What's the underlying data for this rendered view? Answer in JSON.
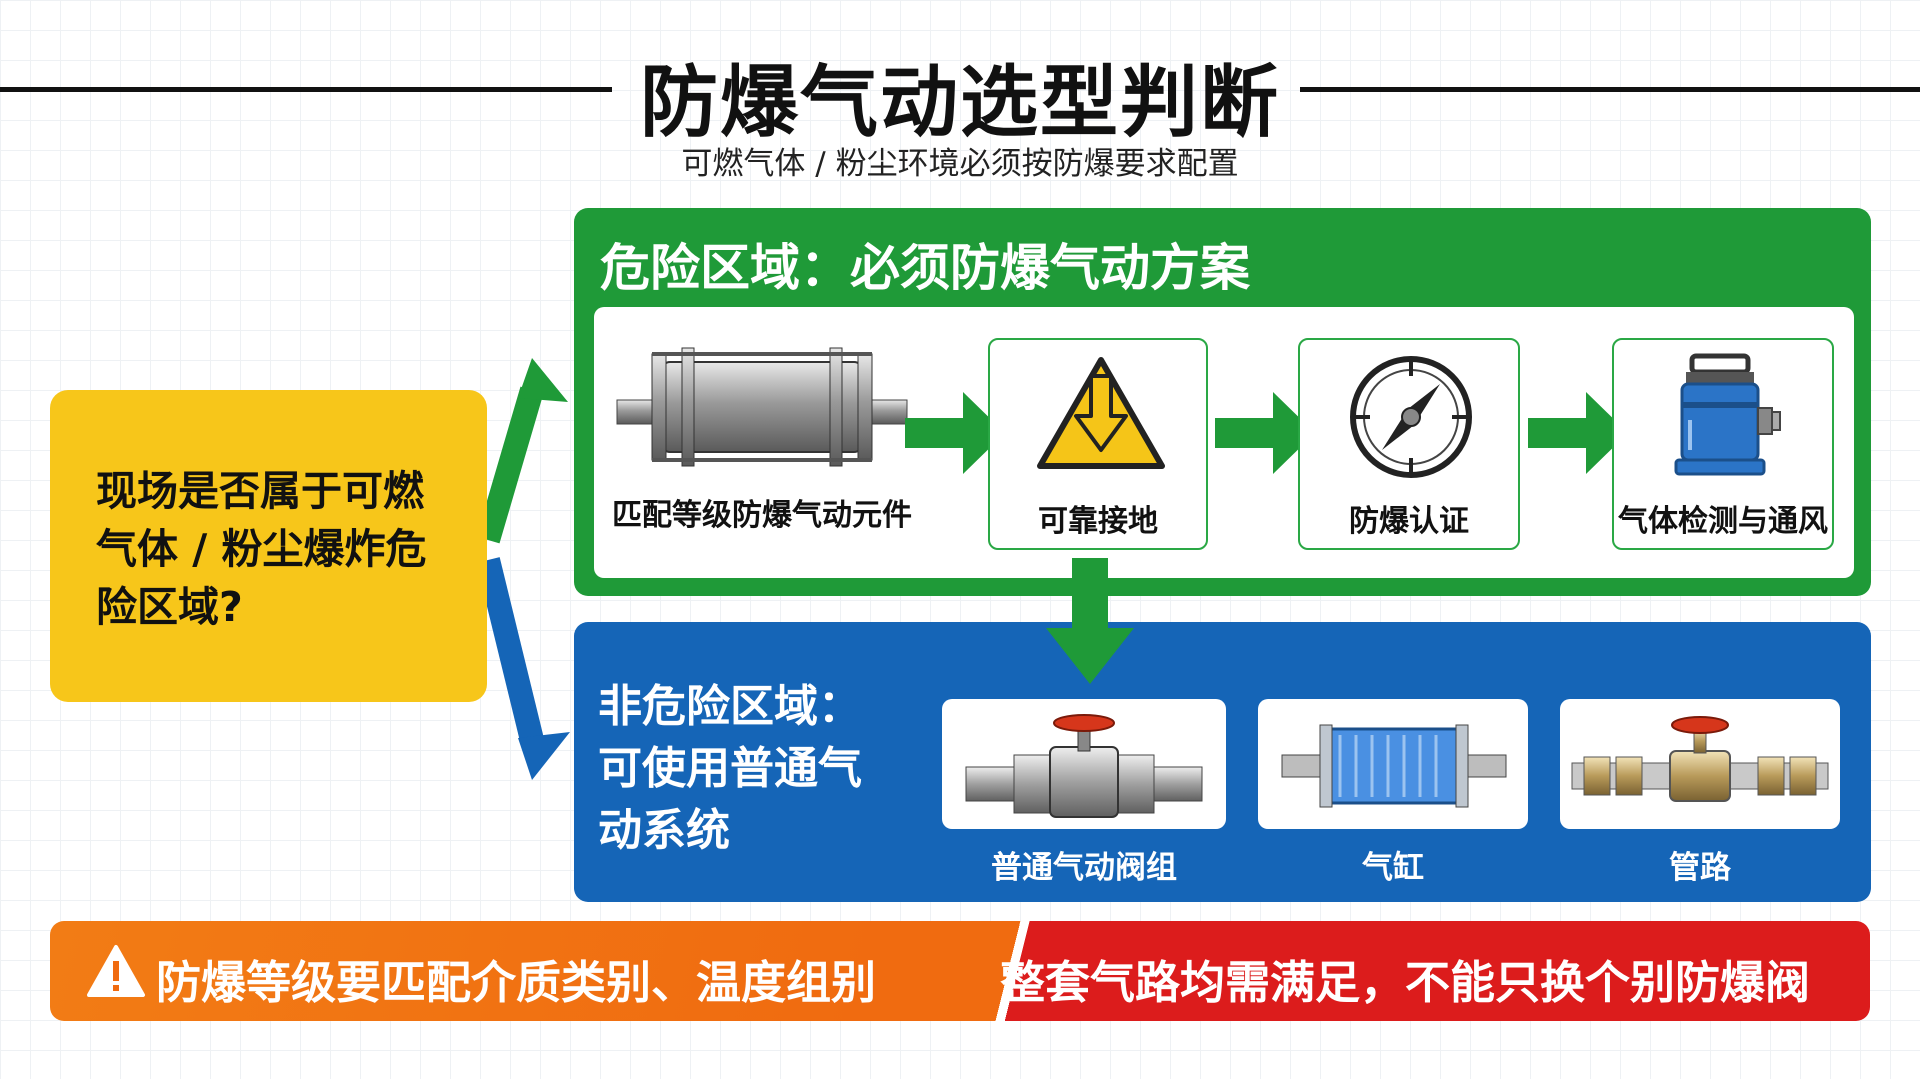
{
  "header": {
    "title": "防爆气动选型判断",
    "subtitle": "可燃气体 / 粉尘环境必须按防爆要求配置"
  },
  "question": {
    "text": "现场是否属于可燃气体 / 粉尘爆炸危险区域?"
  },
  "hazardous": {
    "title": "危险区域：必须防爆气动方案",
    "steps": [
      {
        "label": "匹配等级防爆气动元件",
        "icon": "cylinder-icon"
      },
      {
        "label": "可靠接地",
        "icon": "grounding-warning-icon"
      },
      {
        "label": "防爆认证",
        "icon": "certification-gauge-icon"
      },
      {
        "label": "气体检测与通风",
        "icon": "gas-detector-icon"
      }
    ]
  },
  "non_hazardous": {
    "title": "非危险区域：可使用普通气动系统",
    "title_lines": [
      "非危险区域：",
      "可使用普通气",
      "动系统"
    ],
    "items": [
      {
        "label": "普通气动阀组",
        "icon": "valve-assembly-icon"
      },
      {
        "label": "气缸",
        "icon": "blue-cylinder-icon"
      },
      {
        "label": "管路",
        "icon": "pipeline-valve-icon"
      }
    ]
  },
  "banner": {
    "left": "防爆等级要匹配介质类别、温度组别",
    "right": "整套气路均需满足，不能只换个别防爆阀"
  },
  "colors": {
    "green": "#1f9a38",
    "blue": "#1565b7",
    "yellow": "#f7c61a",
    "orange": "#f06b10",
    "red": "#dc1c1c"
  }
}
